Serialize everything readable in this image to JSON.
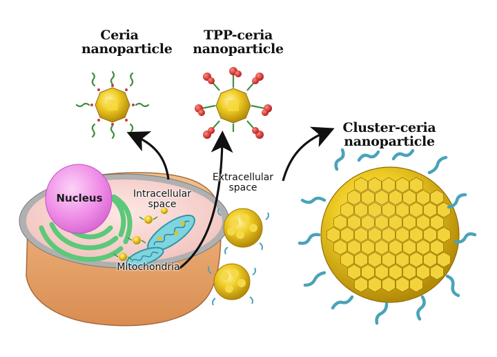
{
  "labels": {
    "ceria": "Ceria\nnanoparticle",
    "tpp_ceria": "TPP-ceria\nnanoparticle",
    "cluster_ceria": "Cluster-ceria\nnanoparticle",
    "nucleus": "Nucleus",
    "intracellular": "Intracellular\nspace",
    "extracellular": "Extracellular\nspace",
    "mitochondria": "Mitochondria"
  },
  "colors": {
    "ceria_gold": "#e8c21a",
    "ceria_gold_dark": "#b8920c",
    "ligand_green": "#3f8f3f",
    "tpp_red": "#d8282a",
    "polymer_teal": "#4aa3b8",
    "cell_membrane": "#e3a06a",
    "cytoplasm": "#f6d2cf",
    "nucleus": "#f07fe8",
    "er_green": "#6fd68a",
    "mito_teal": "#7fd4df",
    "arrow": "#111111"
  },
  "icons": [
    "curved-arrow-icon",
    "ceria-nanoparticle-icon",
    "tpp-ceria-nanoparticle-icon",
    "cluster-ceria-nanoparticle-icon",
    "cell-icon",
    "mitochondrion-icon"
  ]
}
